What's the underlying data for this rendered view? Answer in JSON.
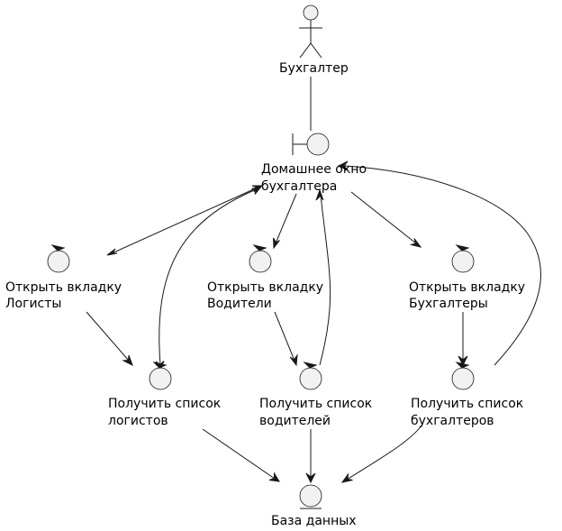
{
  "colors": {
    "node_fill": "#f1f1f1",
    "stroke": "#181818",
    "text": "#000000",
    "background": "#ffffff"
  },
  "nodes": {
    "actor": {
      "lines": [
        "Бухгалтер"
      ],
      "icon": "actor-icon"
    },
    "home": {
      "lines": [
        "Домашнее окно",
        "бухгалтера"
      ],
      "icon": "boundary-icon"
    },
    "tab_logists": {
      "lines": [
        "Открыть вкладку",
        "Логисты"
      ],
      "icon": "control-icon"
    },
    "tab_drivers": {
      "lines": [
        "Открыть вкладку",
        "Водители"
      ],
      "icon": "control-icon"
    },
    "tab_accountants": {
      "lines": [
        "Открыть вкладку",
        "Бухгалтеры"
      ],
      "icon": "control-icon"
    },
    "list_logists": {
      "lines": [
        "Получить список",
        "логистов"
      ],
      "icon": "control-icon"
    },
    "list_drivers": {
      "lines": [
        "Получить список",
        "водителей"
      ],
      "icon": "control-icon"
    },
    "list_accountants": {
      "lines": [
        "Получить список",
        "бухгалтеров"
      ],
      "icon": "control-icon"
    },
    "database": {
      "lines": [
        "База данных"
      ],
      "icon": "entity-icon"
    }
  }
}
